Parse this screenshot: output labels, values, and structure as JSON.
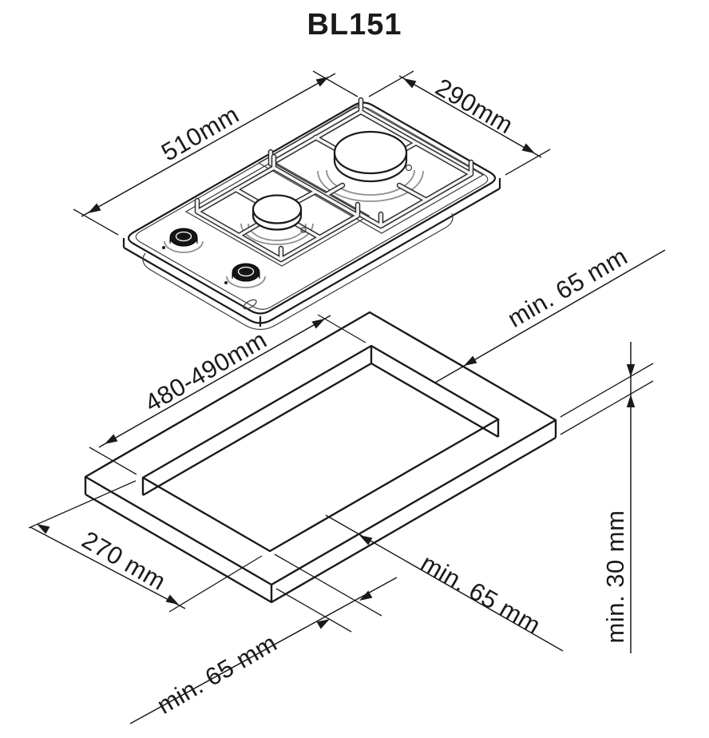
{
  "title": "BL151",
  "hob_drawing": {
    "width_label": "510mm",
    "depth_label": "290mm"
  },
  "installation_drawing": {
    "cutout_length_label": "480-490mm",
    "cutout_width_label": "270 mm",
    "rear_clearance_label": "min. 65 mm",
    "front_right_clearance_label": "min. 65 mm",
    "front_left_clearance_label": "min. 65 mm",
    "worktop_thickness_label": "min. 30 mm"
  },
  "colors": {
    "line": "#1a1a1a",
    "detail_gray": "#8f8f8f",
    "background": "#ffffff"
  }
}
